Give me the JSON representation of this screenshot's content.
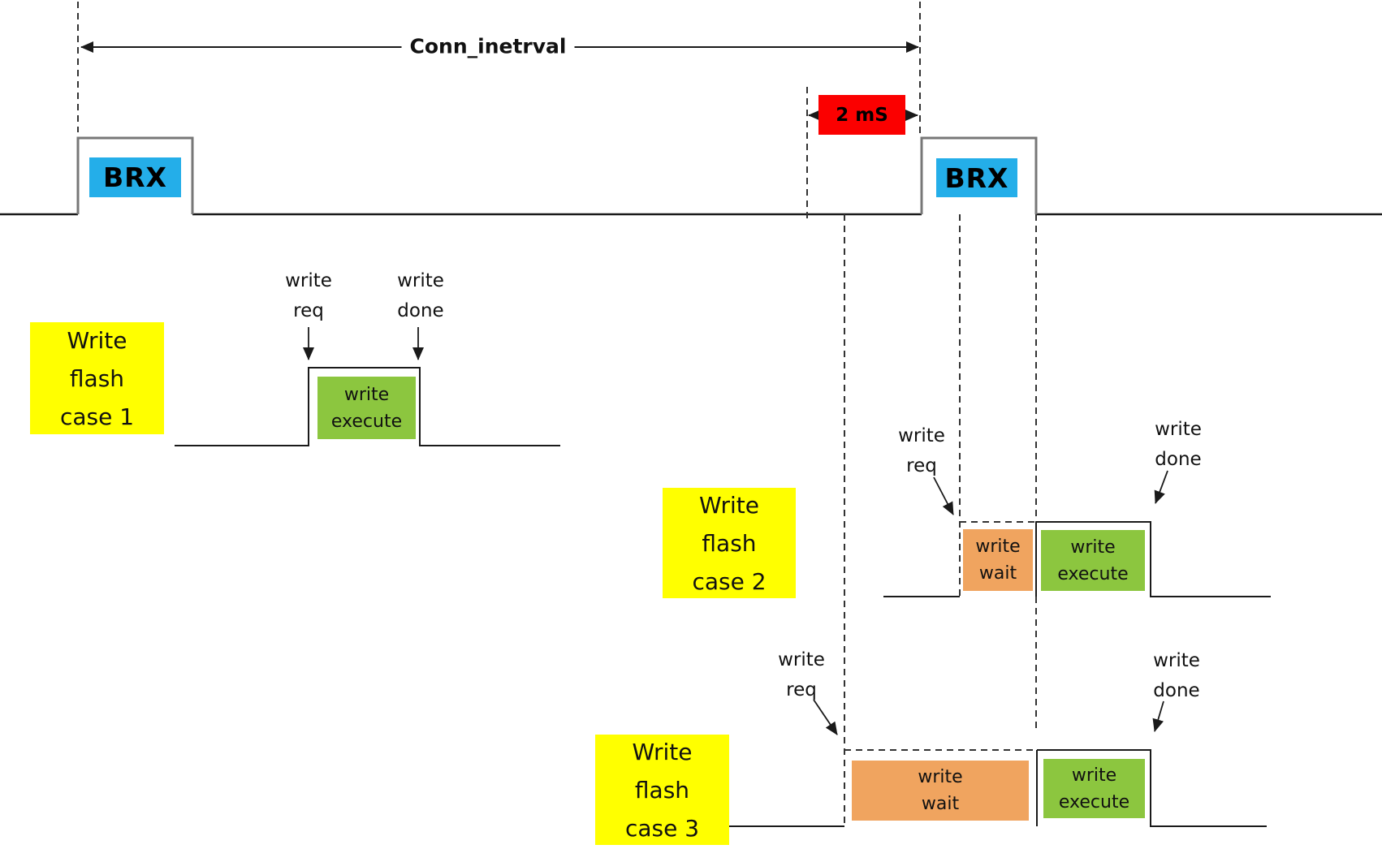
{
  "colors": {
    "brx_blue": "#24AEE9",
    "interval_red": "#FB0000",
    "case_yellow": "#FFFF00",
    "execute_green": "#8CC63F",
    "wait_orange": "#F0A45F"
  },
  "top": {
    "conn_interval_label": "Conn_inetrval",
    "two_ms_label": "2 mS",
    "brx_left": "BRX",
    "brx_right": "BRX"
  },
  "cases": [
    {
      "label_lines": [
        "Write",
        "flash",
        "case 1"
      ],
      "req_lines": [
        "write",
        "req"
      ],
      "done_lines": [
        "write",
        "done"
      ],
      "execute_lines": [
        "write",
        "execute"
      ]
    },
    {
      "label_lines": [
        "Write",
        "flash",
        "case 2"
      ],
      "req_lines": [
        "write",
        "req"
      ],
      "done_lines": [
        "write",
        "done"
      ],
      "wait_lines": [
        "write",
        "wait"
      ],
      "execute_lines": [
        "write",
        "execute"
      ]
    },
    {
      "label_lines": [
        "Write",
        "flash",
        "case 3"
      ],
      "req_lines": [
        "write",
        "req"
      ],
      "done_lines": [
        "write",
        "done"
      ],
      "wait_lines": [
        "write",
        "wait"
      ],
      "execute_lines": [
        "write",
        "execute"
      ]
    }
  ]
}
